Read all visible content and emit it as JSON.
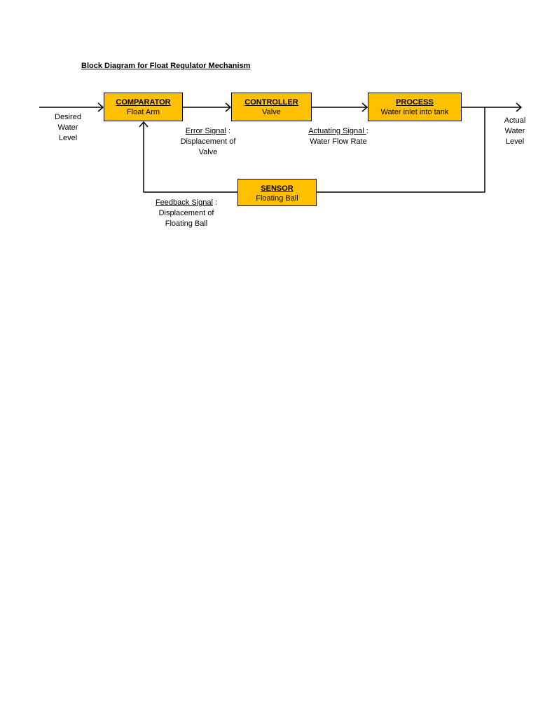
{
  "title": "Block Diagram for Float Regulator Mechanism",
  "blocks": {
    "comparator": {
      "name": "COMPARATOR",
      "desc": "Float Arm"
    },
    "controller": {
      "name": "CONTROLLER",
      "desc": "Valve"
    },
    "process": {
      "name": "PROCESS",
      "desc": "Water inlet into tank"
    },
    "sensor": {
      "name": "SENSOR",
      "desc": "Floating Ball"
    }
  },
  "input": {
    "line1": "Desired",
    "line2": "Water",
    "line3": "Level"
  },
  "output": {
    "line1": "Actual",
    "line2": "Water",
    "line3": "Level"
  },
  "signals": {
    "error": {
      "name": "Error Signal",
      "sep": " :",
      "line2": "Displacement of",
      "line3": "Valve"
    },
    "actuating": {
      "name": "Actuating Signal ",
      "sep": ":",
      "line2": "Water Flow Rate"
    },
    "feedback": {
      "name": "Feedback Signal",
      "sep": " :",
      "line2": "Displacement of",
      "line3": "Floating Ball"
    }
  },
  "colors": {
    "block_fill": "#ffc000",
    "line": "#000000"
  }
}
